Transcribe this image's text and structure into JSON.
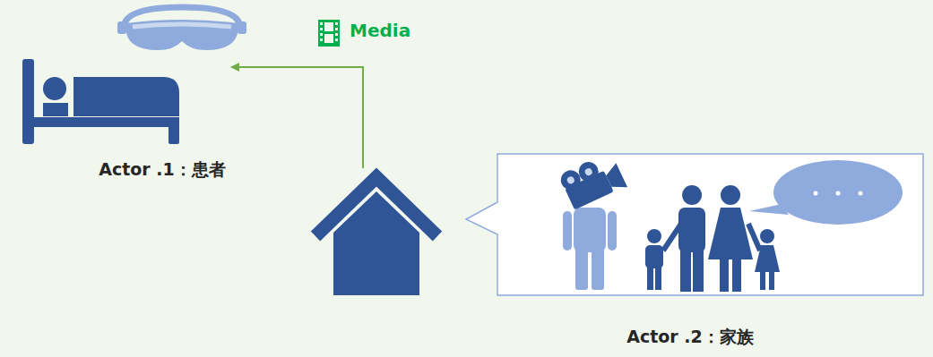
{
  "diagram": {
    "nodes": [
      {
        "text": [
          "Actor .1：患者"
        ]
      },
      {
        "text": [
          "Actor .2：家族"
        ]
      }
    ],
    "edges": [
      {
        "from": 1,
        "to": 0,
        "arrow": "to",
        "label": "Media"
      }
    ]
  }
}
